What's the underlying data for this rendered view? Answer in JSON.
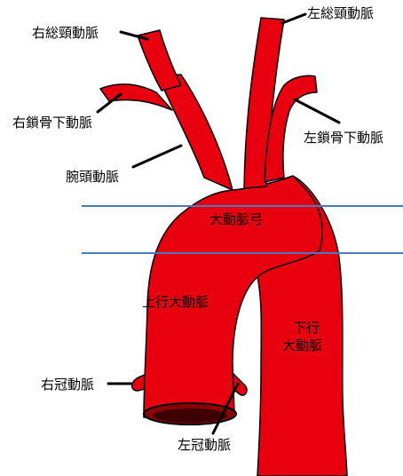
{
  "colors": {
    "artery_red": "#e8000f",
    "outline": "#000000",
    "reference_line": "#4a78c2",
    "background": "#ffffff"
  },
  "labels": {
    "right_common_carotid": "右総頸動脈",
    "left_common_carotid": "左総頸動脈",
    "right_subclavian": "右鎖骨下動脈",
    "left_subclavian": "左鎖骨下動脈",
    "brachiocephalic": "腕頭動脈",
    "aortic_arch": "大動脈弓",
    "ascending_aorta": "上行大動脈",
    "descending_aorta_line1": "下行",
    "descending_aorta_line2": "大動脈",
    "right_coronary": "右冠動脈",
    "left_coronary": "左冠動脈"
  }
}
